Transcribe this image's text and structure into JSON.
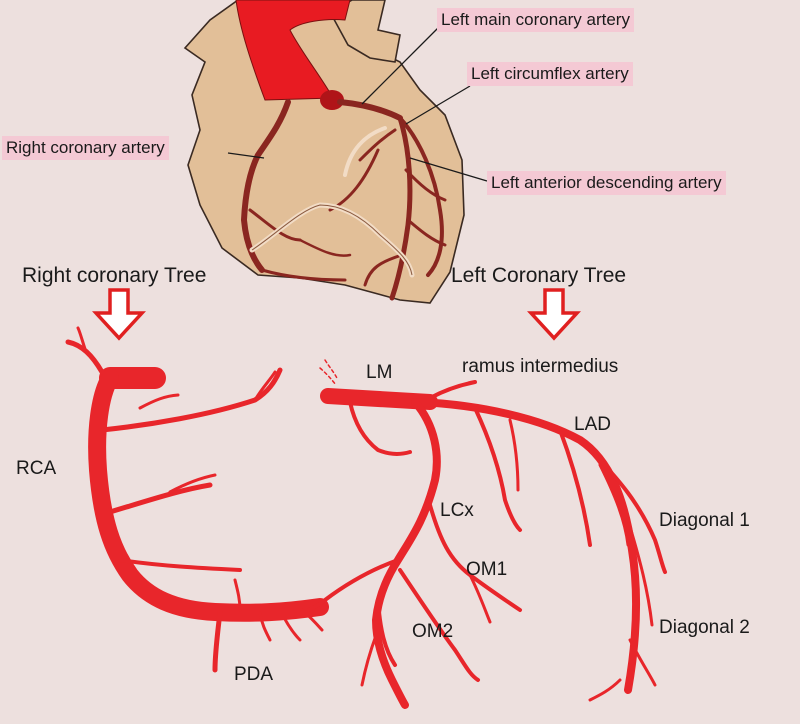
{
  "colors": {
    "background": "#ede0de",
    "heart": "#e2bf98",
    "artery": "#e8262b",
    "coronary_on_heart": "#8a2620",
    "label_highlight": "#f4c9d4",
    "arrow": "#e02020"
  },
  "heart_labels": {
    "left_main": "Left main coronary artery",
    "left_circumflex": "Left circumflex artery",
    "right_coronary": "Right coronary artery",
    "left_anterior_descending": "Left anterior descending artery"
  },
  "tree_titles": {
    "right": "Right coronary Tree",
    "left": "Left Coronary Tree"
  },
  "tree_labels": {
    "lm": "LM",
    "ramus": "ramus intermedius",
    "lad": "LAD",
    "rca": "RCA",
    "lcx": "LCx",
    "diagonal1": "Diagonal 1",
    "om1": "OM1",
    "diagonal2": "Diagonal 2",
    "om2": "OM2",
    "pda": "PDA"
  },
  "icons": [
    "down-arrow-icon",
    "heart-illustration"
  ]
}
